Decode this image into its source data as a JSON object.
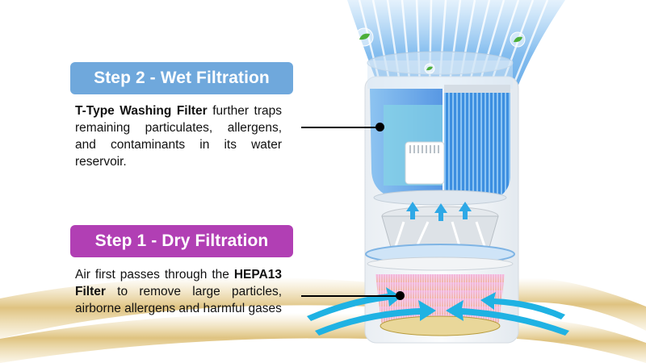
{
  "steps": [
    {
      "id": "step2",
      "title": "Step 2 - Wet Filtration",
      "color": "#6fa8dc",
      "description_bold": "T-Type Washing Filter",
      "description_rest": " further traps remaining particulates, allergens, and contaminants in its water reservoir."
    },
    {
      "id": "step1",
      "title": "Step 1 - Dry Filtration",
      "color": "#b13fb4",
      "description_pre": "Air first passes through the ",
      "description_bold": "HEPA13 Filter",
      "description_rest": " to remove large particles, airborne allergens and harmful gases"
    }
  ],
  "illustration": {
    "subject": "air purifier cutaway",
    "icons": [
      "leaf-icon",
      "leaf-icon",
      "leaf-icon",
      "up-arrow-icon",
      "up-arrow-icon",
      "up-arrow-icon",
      "inflow-arrow-icon",
      "inflow-arrow-icon",
      "inflow-arrow-icon",
      "inflow-arrow-icon"
    ],
    "colors": {
      "clean_air": "#8fc3f0",
      "water_filter": "#3d8fe0",
      "hepa_filter": "#e7a0d6",
      "dirty_air": "#d9b86a",
      "arrow": "#1fb2e3"
    }
  }
}
